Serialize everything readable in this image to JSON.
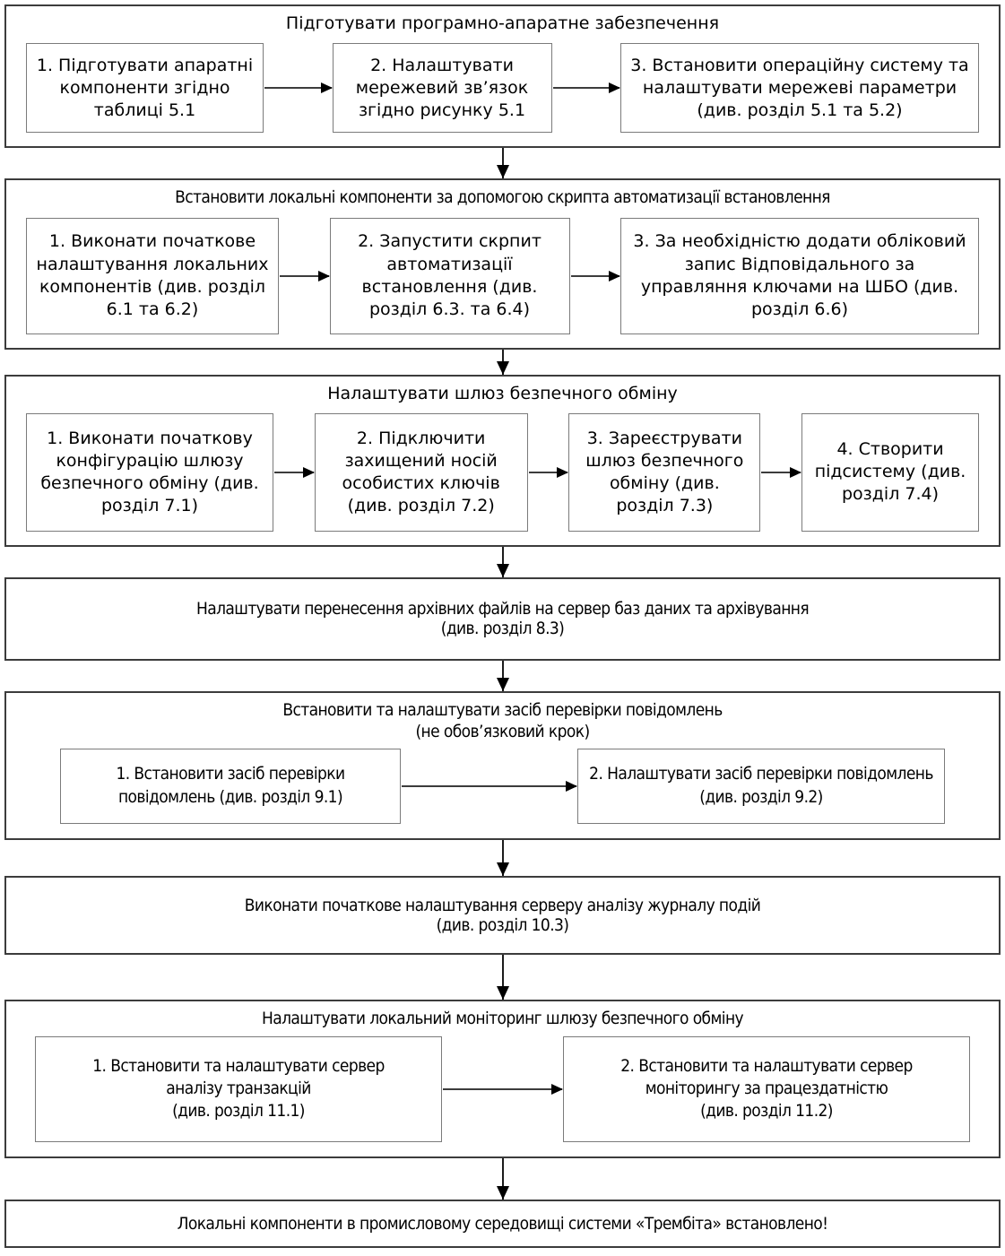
{
  "colors": {
    "background": "#ffffff",
    "text": "#000000",
    "section_border": "#3c3c3c",
    "step_border": "#7b7b7b",
    "arrow": "#000000"
  },
  "flowchart": {
    "s1": {
      "title": "Підготувати програмно-апаратне забезпечення",
      "boxes": [
        "1. Підготувати апаратні компоненти згідно таблиці 5.1",
        "2. Налаштувати мережевий зв’язок згідно рисунку 5.1",
        "3. Встановити операційну систему та налаштувати мережеві параметри (див. розділ 5.1 та 5.2)"
      ]
    },
    "s2": {
      "title": "Встановити локальні компоненти за допомогою скрипта автоматизації встановлення",
      "boxes": [
        "1. Виконати початкове налаштування локальних компонентів (див. розділ 6.1 та 6.2)",
        "2. Запустити скрпит автоматизації встановлення (див. розділ 6.3. та 6.4)",
        "3. За необхідністю додати обліковий запис Відповідального за управляння ключами на ШБО (див. розділ 6.6)"
      ]
    },
    "s3": {
      "title": "Налаштувати шлюз безпечного обміну",
      "boxes": [
        "1. Виконати початкову конфігурацію  шлюзу безпечного обміну (див. розділ 7.1)",
        "2. Підключити захищений носій особистих ключів (див. розділ 7.2)",
        "3.  Зареєструвати шлюз безпечного обміну (див. розділ 7.3)",
        "4. Створити підсистему (див. розділ 7.4)"
      ]
    },
    "s4": {
      "lines": [
        "Налаштувати перенесення архівних файлів на сервер баз даних та архівування",
        "(див. розділ 8.3)"
      ]
    },
    "s5": {
      "title_lines": [
        "Встановити та налаштувати засіб перевірки повідомлень",
        "(не обов’язковий крок)"
      ],
      "boxes": [
        "1. Встановити засіб перевірки повідомлень (див. розділ 9.1)",
        "2. Налаштувати засіб перевірки повідомлень (див. розділ 9.2)"
      ]
    },
    "s6": {
      "lines": [
        "Виконати початкове налаштування серверу аналізу журналу подій",
        "(див. розділ 10.3)"
      ]
    },
    "s7": {
      "title": "Налаштувати  локальний моніторинг шлюзу безпечного обміну",
      "box1_lines": [
        "1. Встановити та налаштувати сервер",
        "аналізу транзакцій",
        "(див. розділ 11.1)"
      ],
      "box2_lines": [
        "2. Встановити та налаштувати сервер",
        "моніторингу за працездатністю",
        "(див. розділ 11.2)"
      ]
    },
    "s8": {
      "text": "Локальні компоненти в промисловому середовищі системи «Трембіта» встановлено!"
    }
  }
}
